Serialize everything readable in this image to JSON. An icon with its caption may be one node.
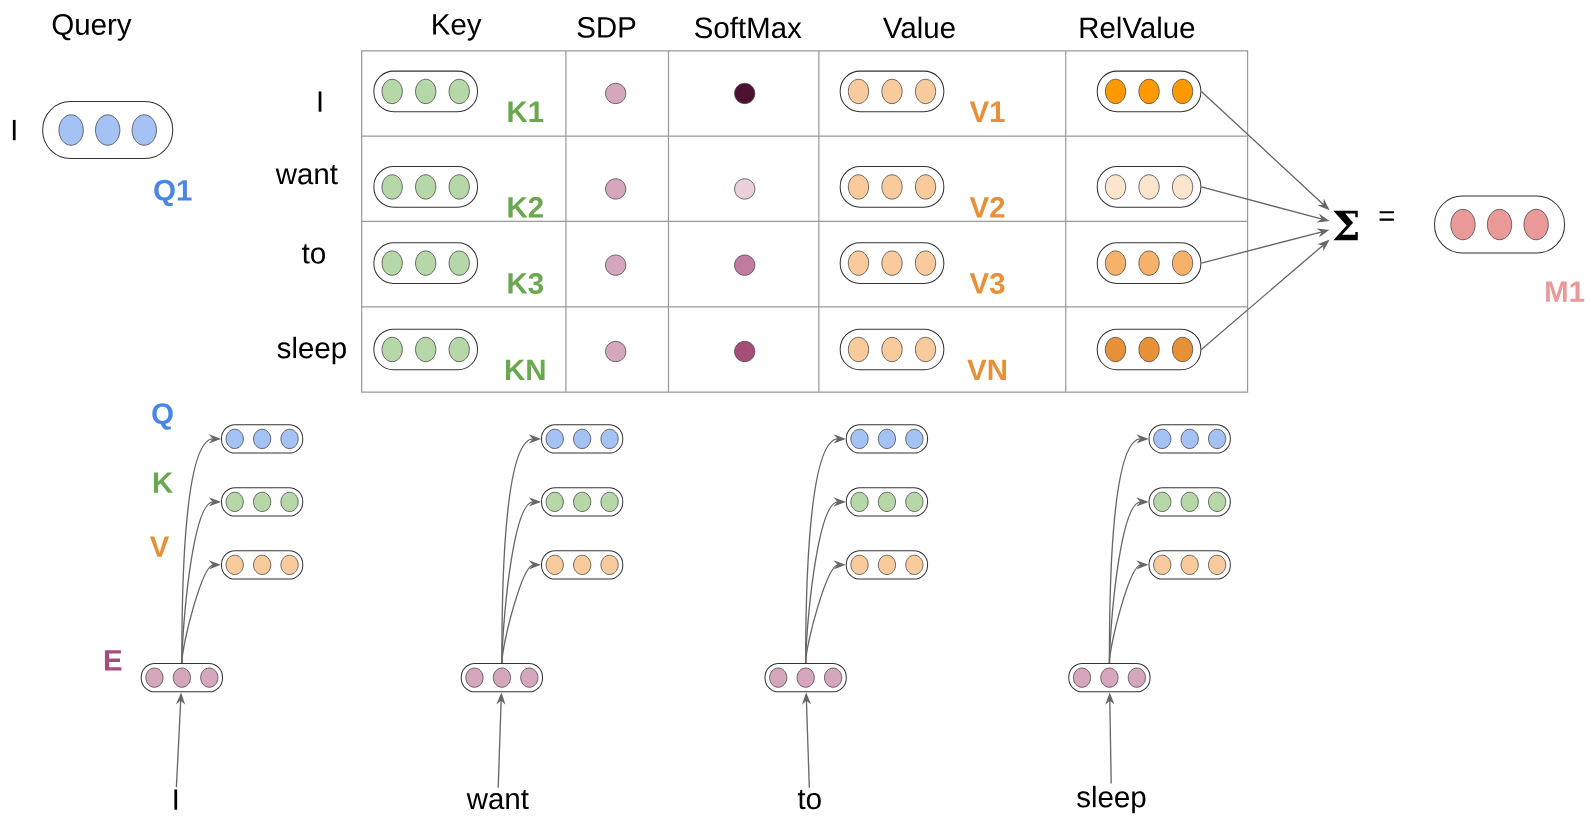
{
  "diagram": {
    "nodes": [
      {
        "text": [],
        "shape": "box",
        "beside": [
          "I",
          "Q1"
        ]
      },
      {
        "text": [],
        "shape": "box",
        "beside": [
          "K1"
        ]
      },
      {
        "text": [],
        "shape": "box",
        "beside": [
          "V1"
        ]
      },
      {
        "text": [],
        "shape": "box"
      },
      {
        "text": [],
        "shape": "box",
        "beside": [
          "K2"
        ]
      },
      {
        "text": [],
        "shape": "box",
        "beside": [
          "V2"
        ]
      },
      {
        "text": [],
        "shape": "box"
      },
      {
        "text": [],
        "shape": "box",
        "beside": [
          "K3"
        ]
      },
      {
        "text": [],
        "shape": "box",
        "beside": [
          "V3"
        ]
      },
      {
        "text": [],
        "shape": "box"
      },
      {
        "text": [],
        "shape": "box",
        "beside": [
          "KN"
        ]
      },
      {
        "text": [],
        "shape": "box",
        "beside": [
          "VN"
        ]
      },
      {
        "text": [],
        "shape": "box"
      },
      {
        "text": [
          "Σ",
          "="
        ]
      },
      {
        "text": [],
        "shape": "box",
        "beside": [
          "M1"
        ]
      },
      {
        "text": [],
        "shape": "box",
        "beside": [
          "Q"
        ]
      },
      {
        "text": [],
        "shape": "box",
        "beside": [
          "K"
        ]
      },
      {
        "text": [],
        "shape": "box",
        "beside": [
          "V"
        ]
      },
      {
        "text": [],
        "shape": "box",
        "beside": [
          "E"
        ]
      },
      {
        "text": [
          "I"
        ]
      },
      {
        "text": [],
        "shape": "box"
      },
      {
        "text": [],
        "shape": "box"
      },
      {
        "text": [],
        "shape": "box"
      },
      {
        "text": [],
        "shape": "box"
      },
      {
        "text": [
          "want"
        ]
      },
      {
        "text": [],
        "shape": "box"
      },
      {
        "text": [],
        "shape": "box"
      },
      {
        "text": [],
        "shape": "box"
      },
      {
        "text": [],
        "shape": "box"
      },
      {
        "text": [
          "to"
        ]
      },
      {
        "text": [],
        "shape": "box"
      },
      {
        "text": [],
        "shape": "box"
      },
      {
        "text": [],
        "shape": "box"
      },
      {
        "text": [],
        "shape": "box"
      },
      {
        "text": [
          "sleep"
        ]
      }
    ],
    "edges": [
      {
        "from": 3,
        "to": 13,
        "arrow": "to"
      },
      {
        "from": 6,
        "to": 13,
        "arrow": "to"
      },
      {
        "from": 9,
        "to": 13,
        "arrow": "to"
      },
      {
        "from": 12,
        "to": 13,
        "arrow": "to"
      },
      {
        "from": 19,
        "to": 18,
        "arrow": "to"
      },
      {
        "from": 18,
        "to": 15,
        "arrow": "to"
      },
      {
        "from": 18,
        "to": 16,
        "arrow": "to"
      },
      {
        "from": 18,
        "to": 17,
        "arrow": "to"
      },
      {
        "from": 24,
        "to": 23,
        "arrow": "to"
      },
      {
        "from": 23,
        "to": 20,
        "arrow": "to"
      },
      {
        "from": 23,
        "to": 21,
        "arrow": "to"
      },
      {
        "from": 23,
        "to": 22,
        "arrow": "to"
      },
      {
        "from": 29,
        "to": 28,
        "arrow": "to"
      },
      {
        "from": 28,
        "to": 25,
        "arrow": "to"
      },
      {
        "from": 28,
        "to": 26,
        "arrow": "to"
      },
      {
        "from": 28,
        "to": 27,
        "arrow": "to"
      },
      {
        "from": 34,
        "to": 33,
        "arrow": "to"
      },
      {
        "from": 33,
        "to": 30,
        "arrow": "to"
      },
      {
        "from": 33,
        "to": 31,
        "arrow": "to"
      },
      {
        "from": 33,
        "to": 32,
        "arrow": "to"
      }
    ],
    "labels": [
      "Query",
      "Key",
      "SDP",
      "SoftMax",
      "Value",
      "RelValue",
      "I",
      "want",
      "to",
      "sleep"
    ]
  }
}
